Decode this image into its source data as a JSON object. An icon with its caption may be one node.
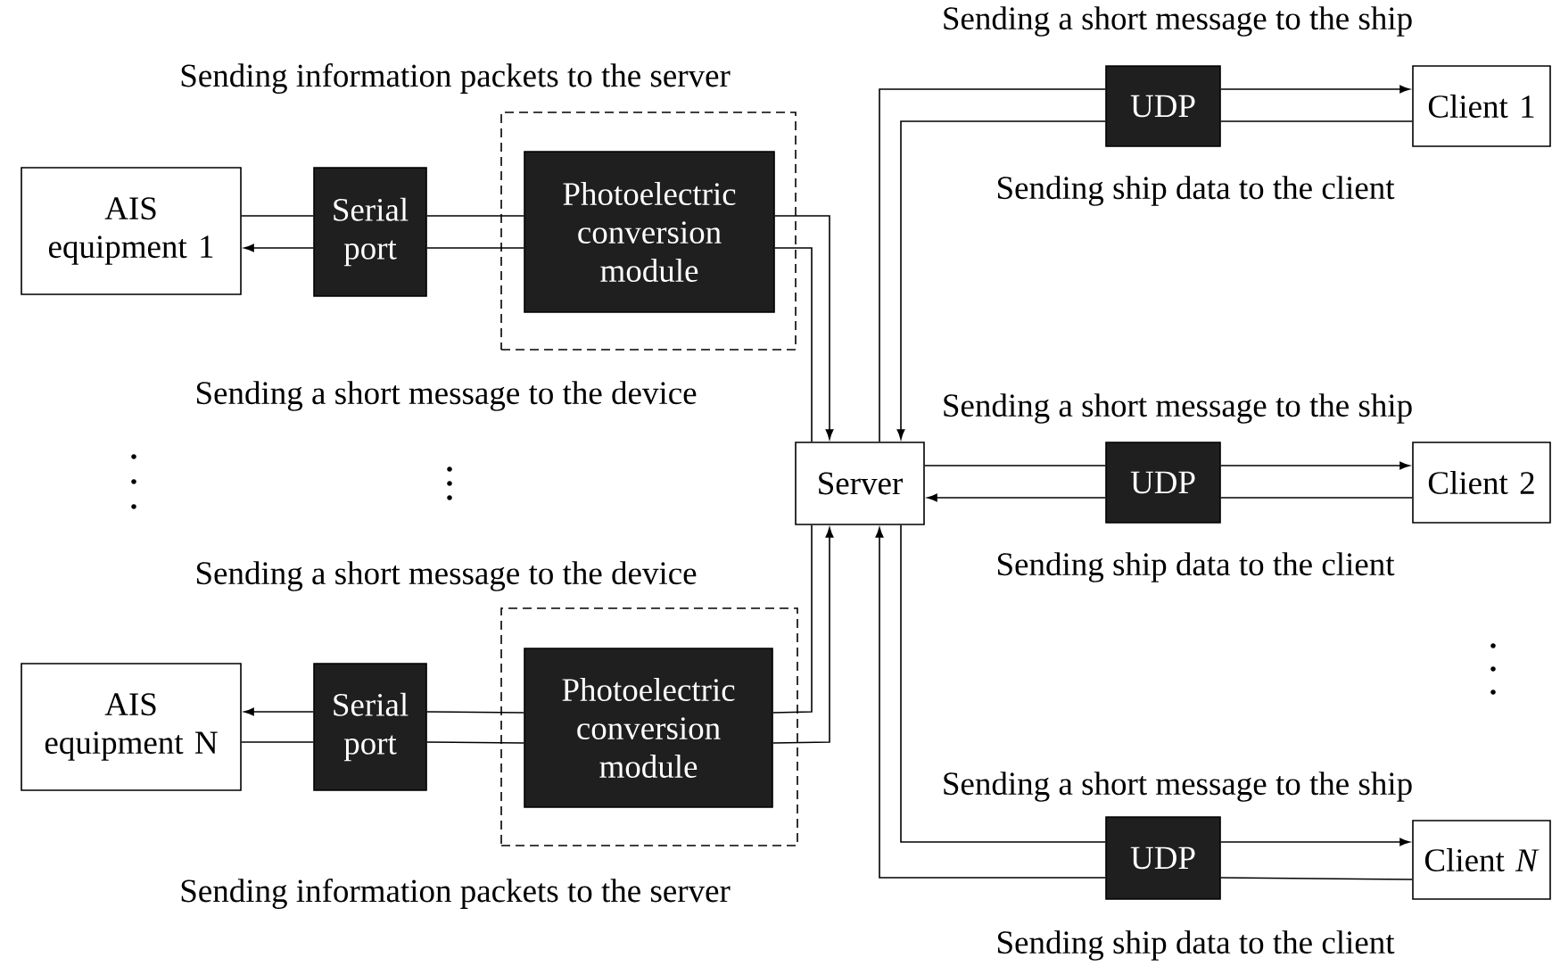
{
  "diagram": {
    "nodes": [
      {
        "text": [
          "AIS equipment 1"
        ]
      },
      {
        "text": [
          "Serial port"
        ]
      },
      {
        "text": [],
        "shape": "box"
      },
      {
        "text": [
          "Photoelectric conversion module"
        ],
        "in": 2
      },
      {
        "text": [
          "Server"
        ]
      },
      {
        "text": [
          "UDP"
        ]
      },
      {
        "text": [
          "Client 1"
        ]
      },
      {
        "text": [
          "UDP"
        ]
      },
      {
        "text": [
          "Client 2"
        ]
      },
      {
        "text": [
          "AIS equipment N"
        ]
      },
      {
        "text": [
          "Serial port"
        ]
      },
      {
        "text": [],
        "shape": "box"
      },
      {
        "text": [
          "Photoelectric conversion module"
        ],
        "in": 11
      },
      {
        "text": [
          "UDP"
        ]
      },
      {
        "text": [
          "Client *N*"
        ]
      }
    ],
    "edges": [
      {
        "from": 0,
        "to": 1,
        "arrow": "none"
      },
      {
        "from": 1,
        "to": 3,
        "arrow": "none"
      },
      {
        "from": 3,
        "to": 4,
        "arrow": "to"
      },
      {
        "from": 4,
        "to": 3,
        "arrow": "none"
      },
      {
        "from": 3,
        "to": 1,
        "arrow": "none"
      },
      {
        "from": 1,
        "to": 0,
        "arrow": "to"
      },
      {
        "from": 4,
        "to": 5,
        "arrow": "none"
      },
      {
        "from": 5,
        "to": 6,
        "arrow": "to"
      },
      {
        "from": 6,
        "to": 5,
        "arrow": "none"
      },
      {
        "from": 5,
        "to": 4,
        "arrow": "to"
      },
      {
        "from": 4,
        "to": 7,
        "arrow": "none"
      },
      {
        "from": 7,
        "to": 8,
        "arrow": "to"
      },
      {
        "from": 8,
        "to": 7,
        "arrow": "none"
      },
      {
        "from": 7,
        "to": 4,
        "arrow": "to"
      },
      {
        "from": 4,
        "to": 13,
        "arrow": "none"
      },
      {
        "from": 13,
        "to": 14,
        "arrow": "to"
      },
      {
        "from": 14,
        "to": 13,
        "arrow": "none"
      },
      {
        "from": 13,
        "to": 4,
        "arrow": "to"
      },
      {
        "from": 4,
        "to": 12,
        "arrow": "none"
      },
      {
        "from": 12,
        "to": 10,
        "arrow": "none"
      },
      {
        "from": 10,
        "to": 9,
        "arrow": "to"
      },
      {
        "from": 9,
        "to": 10,
        "arrow": "none"
      },
      {
        "from": 10,
        "to": 12,
        "arrow": "none"
      },
      {
        "from": 12,
        "to": 4,
        "arrow": "to"
      }
    ],
    "labels": [
      "Sending a short message to the ship",
      "Sending information packets to the server",
      "Sending ship data to the client",
      "Sending a short message to the device",
      "Sending a short message to the ship",
      "Sending ship data to the client",
      "Sending a short message to the device",
      "Sending a short message to the ship",
      "Sending information packets to the server",
      "Sending ship data to the client"
    ]
  }
}
